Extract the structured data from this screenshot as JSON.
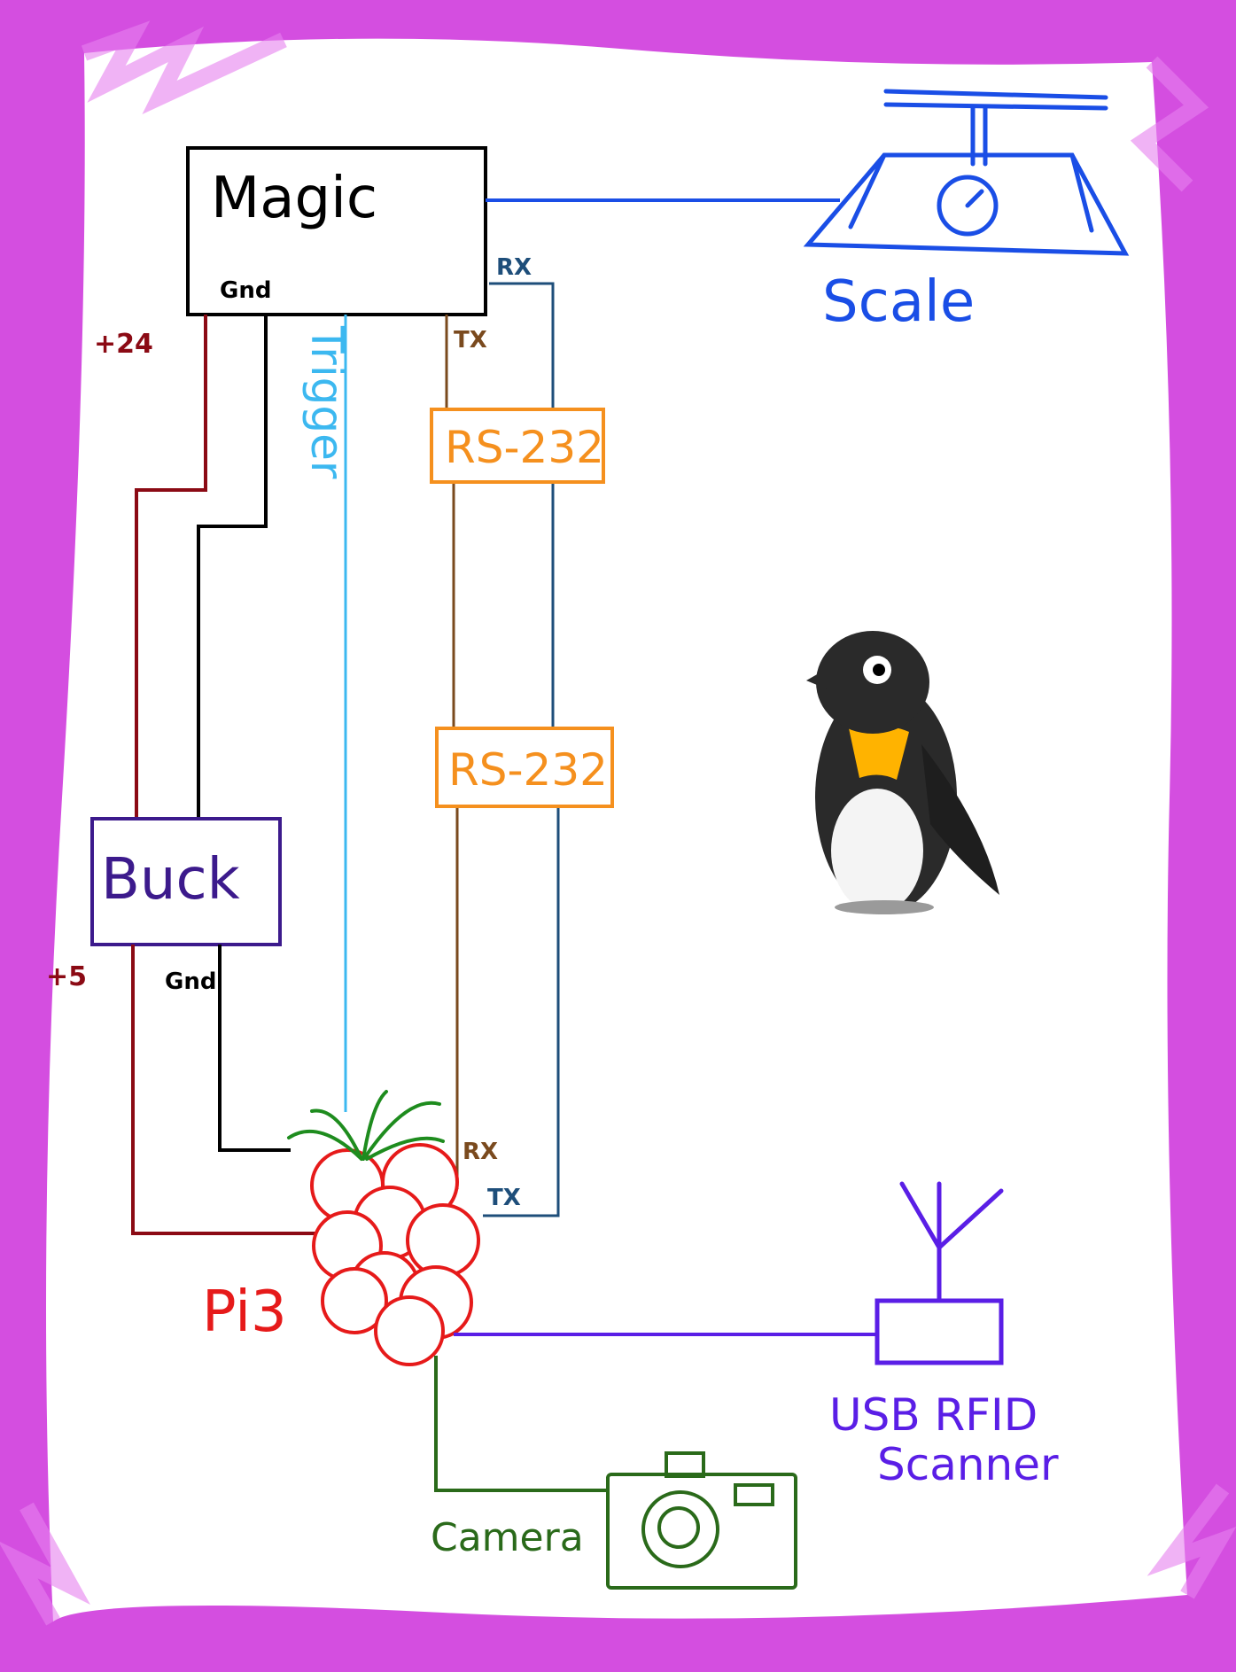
{
  "boxes": {
    "magic": "Magic",
    "magic_gnd": "Gnd",
    "rs232_top": "RS-232",
    "rs232_bottom": "RS-232",
    "buck": "Buck"
  },
  "labels": {
    "plus24": "+24",
    "trigger": "Trigger",
    "rx_magic": "RX",
    "tx_magic": "TX",
    "plus5": "+5",
    "gnd_buck": "Gnd",
    "rx_pi": "RX",
    "tx_pi": "TX",
    "pi3": "Pi3",
    "scale": "Scale",
    "usb_rfid_line1": "USB RFID",
    "usb_rfid_line2": "Scanner",
    "camera": "Camera"
  },
  "icons": {
    "penguin": "penguin-icon",
    "raspberry": "raspberry-icon",
    "scale": "scale-icon",
    "camera": "camera-icon",
    "rfid": "antenna-icon"
  },
  "colors": {
    "frame": "#d44ee0",
    "magic": "#000000",
    "power24": "#8b0a14",
    "ground": "#000000",
    "trigger": "#3cb8f0",
    "tx": "#7a4a1e",
    "rx": "#1e4e7a",
    "rs232": "#f5901e",
    "buck": "#3c1a8c",
    "scale": "#1a4ee6",
    "pi": "#e61a1a",
    "pi_leaves": "#1e8c1e",
    "usb": "#5a1ee6",
    "camera": "#2a6a1a"
  }
}
